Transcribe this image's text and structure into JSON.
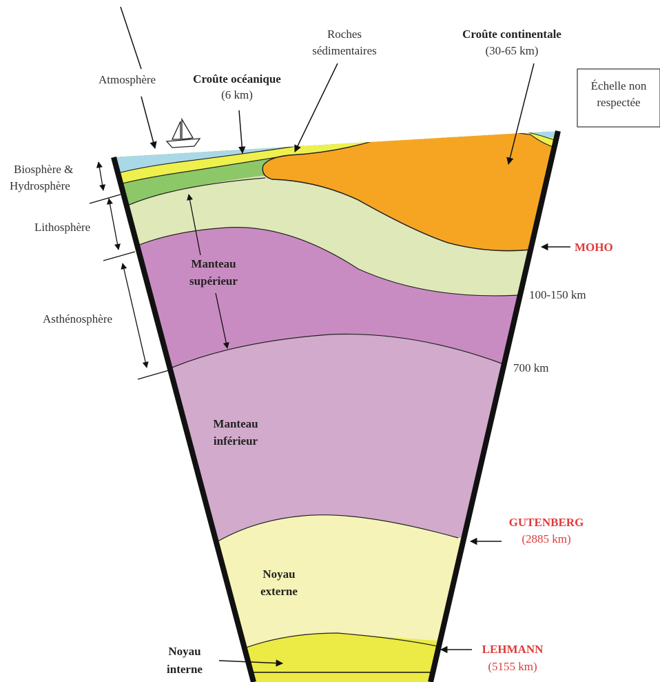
{
  "labels": {
    "atmosphere": "Atmosphère",
    "croute_oceanique": "Croûte océanique",
    "croute_oceanique_km": "(6 km)",
    "roches_l1": "Roches",
    "roches_l2": "sédimentaires",
    "croute_continentale": "Croûte continentale",
    "croute_continentale_km": "(30-65 km)",
    "echelle_l1": "Échelle non",
    "echelle_l2": "respectée",
    "biosphere_l1": "Biosphère &",
    "biosphere_l2": "Hydrosphère",
    "lithosphere": "Lithosphère",
    "asthenosphere": "Asthénosphère",
    "manteau_sup_l1": "Manteau",
    "manteau_sup_l2": "supérieur",
    "manteau_inf_l1": "Manteau",
    "manteau_inf_l2": "inférieur",
    "noyau_ext_l1": "Noyau",
    "noyau_ext_l2": "externe",
    "noyau_int_l1": "Noyau",
    "noyau_int_l2": "interne",
    "moho": "MOHO",
    "depth_100_150": "100-150 km",
    "depth_700": "700 km",
    "gutenberg": "GUTENBERG",
    "gutenberg_km": "(2885 km)",
    "lehmann": "LEHMANN",
    "lehmann_km": "(5155 km)"
  },
  "colors": {
    "ocean": "#a9d8e8",
    "sediment": "#eef04e",
    "oceanic_crust": "#8cc867",
    "continental_crust": "#f6a523",
    "lithosphere_mantle": "#dfe8b8",
    "asthenosphere": "#c98cc2",
    "lower_mantle": "#d2aacb",
    "outer_core": "#f5f3b7",
    "inner_core": "#ecea45",
    "boundary_red": "#e03a3a"
  }
}
